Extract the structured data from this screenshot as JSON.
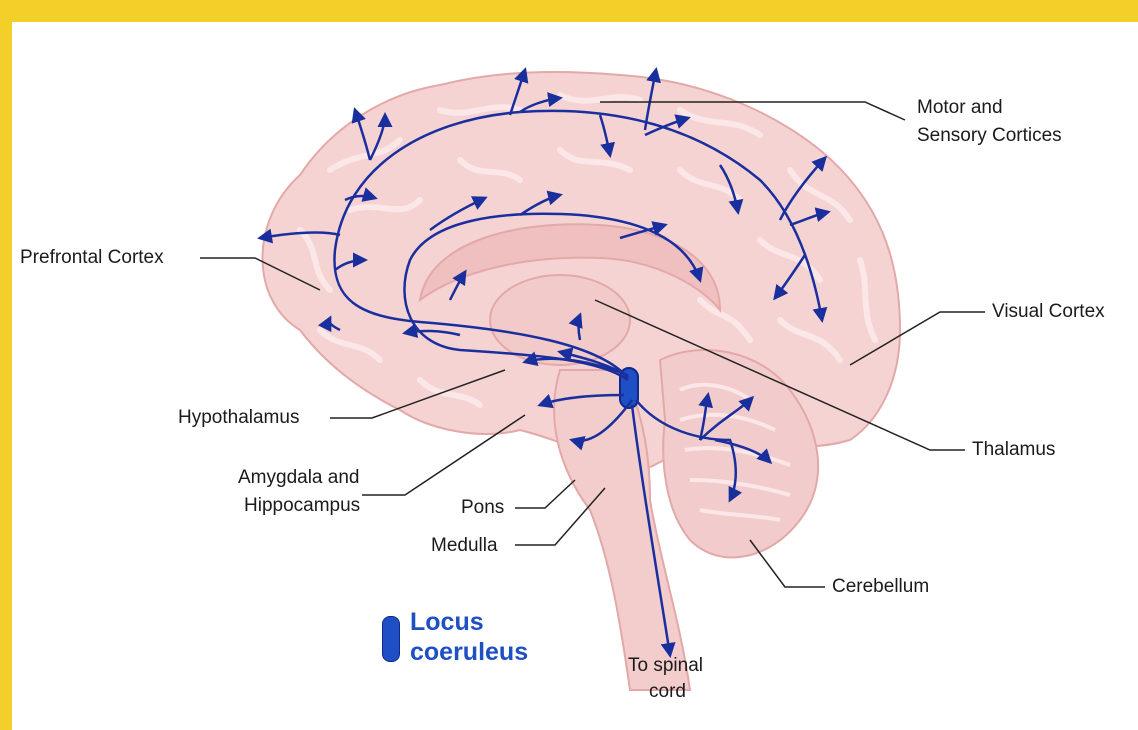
{
  "diagram": {
    "labels": {
      "motor_sensory_line1": "Motor and",
      "motor_sensory_line2": "Sensory Cortices",
      "prefrontal": "Prefrontal Cortex",
      "visual": "Visual Cortex",
      "hypothalamus": "Hypothalamus",
      "thalamus": "Thalamus",
      "amygdala_line1": "Amygdala and",
      "amygdala_line2": "Hippocampus",
      "pons": "Pons",
      "medulla": "Medulla",
      "cerebellum": "Cerebellum",
      "spinal_line1": "To spinal",
      "spinal_line2": "cord"
    },
    "legend": {
      "line1": "Locus",
      "line2": "coeruleus",
      "color": "#1f4fc4"
    },
    "colors": {
      "frame": "#f3cf2a",
      "brain_fill": "#f6d3d3",
      "brain_outline": "#e3a8a8",
      "pathway": "#1a2f9e"
    }
  }
}
